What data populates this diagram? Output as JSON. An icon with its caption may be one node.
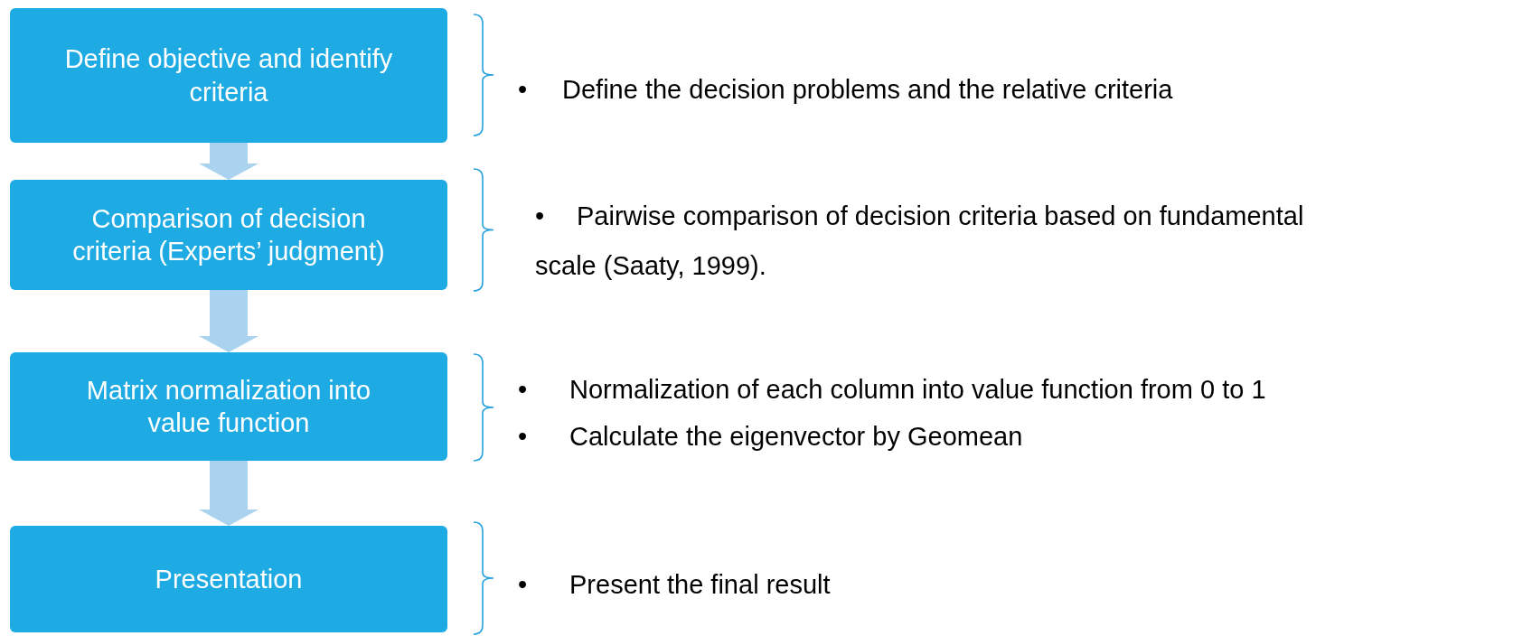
{
  "diagram": {
    "nodes": [
      {
        "text": [
          "Define objective and identify criteria"
        ]
      },
      {
        "text": [
          "Comparison of decision criteria (Experts’ judgment)"
        ]
      },
      {
        "text": [
          "Matrix normalization into value function"
        ]
      },
      {
        "text": [
          "Presentation"
        ]
      }
    ],
    "edges": [
      {
        "from": 0,
        "to": 1,
        "arrow": "to"
      },
      {
        "from": 1,
        "to": 2,
        "arrow": "to"
      },
      {
        "from": 2,
        "to": 3,
        "arrow": "to"
      }
    ],
    "labels": [
      "•",
      "Define the decision problems and the relative criteria",
      "•",
      "Pairwise comparison of decision criteria based on fundamental scale (Saaty, 1999).",
      "•",
      "Normalization of each column into value function from 0 to 1",
      "•",
      "Calculate the eigenvector by Geomean",
      "•",
      "Present the final result"
    ]
  }
}
